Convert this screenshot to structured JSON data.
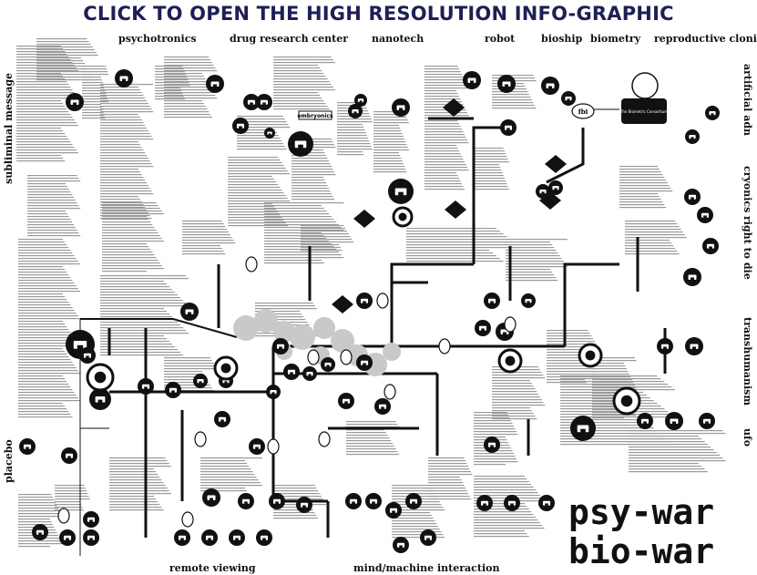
{
  "banner": {
    "text": "CLICK TO OPEN THE HIGH RESOLUTION INFO-GRAPHIC"
  },
  "top_labels": [
    "psychotronics",
    "drug research center",
    "nanotech",
    "robot",
    "bioship",
    "biometry",
    "reproductive cloning"
  ],
  "left_labels": [
    "subliminal message",
    "placebo"
  ],
  "right_labels": [
    "artificial adn",
    "cryonics",
    "right to die",
    "transhumanism",
    "ufo"
  ],
  "bottom_labels": [
    "remote viewing",
    "mind/machine interaction"
  ],
  "big_title": {
    "line1": "psy-war",
    "line2": "bio-war"
  },
  "node_labels": {
    "biometric_consortium": "The Biometric Consortium",
    "fbi": "fbi",
    "embryonics": "embryonics"
  }
}
